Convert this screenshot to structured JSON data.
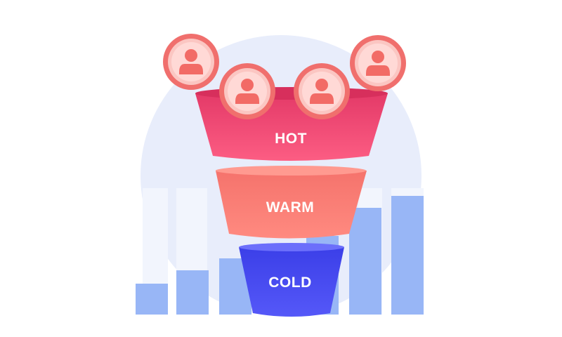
{
  "funnel": {
    "stages": [
      {
        "label": "HOT",
        "color": "#f2557a"
      },
      {
        "label": "WARM",
        "color": "#fd8277"
      },
      {
        "label": "COLD",
        "color": "#4b4ef2"
      }
    ]
  },
  "leads": {
    "count": 4,
    "icon": "user-avatar-icon",
    "ring_color": "#fa7f7b",
    "fill_color": "#ffd5d3"
  },
  "bars": {
    "count": 7,
    "front_color": "#98b6f6",
    "back_color": "#eef2fd"
  },
  "background_circle_color": "#e8edfb"
}
